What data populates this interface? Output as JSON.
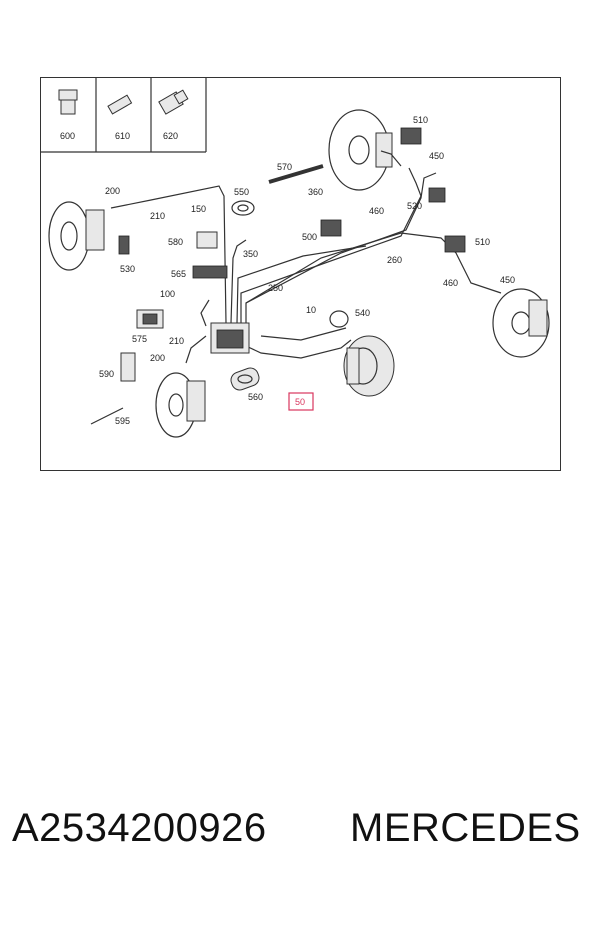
{
  "diagram": {
    "callouts": [
      {
        "id": "c600",
        "label": "600"
      },
      {
        "id": "c610",
        "label": "610"
      },
      {
        "id": "c620",
        "label": "620"
      },
      {
        "id": "c510a",
        "label": "510"
      },
      {
        "id": "c450a",
        "label": "450"
      },
      {
        "id": "c570",
        "label": "570"
      },
      {
        "id": "c200a",
        "label": "200"
      },
      {
        "id": "c210a",
        "label": "210"
      },
      {
        "id": "c150",
        "label": "150"
      },
      {
        "id": "c550",
        "label": "550"
      },
      {
        "id": "c360",
        "label": "360"
      },
      {
        "id": "c460a",
        "label": "460"
      },
      {
        "id": "c520",
        "label": "520"
      },
      {
        "id": "c580",
        "label": "580"
      },
      {
        "id": "c500",
        "label": "500"
      },
      {
        "id": "c510b",
        "label": "510"
      },
      {
        "id": "c530",
        "label": "530"
      },
      {
        "id": "c350",
        "label": "350"
      },
      {
        "id": "c260",
        "label": "260"
      },
      {
        "id": "c565",
        "label": "565"
      },
      {
        "id": "c250",
        "label": "250"
      },
      {
        "id": "c460b",
        "label": "460"
      },
      {
        "id": "c450b",
        "label": "450"
      },
      {
        "id": "c100",
        "label": "100"
      },
      {
        "id": "c10",
        "label": "10"
      },
      {
        "id": "c540",
        "label": "540"
      },
      {
        "id": "c575",
        "label": "575"
      },
      {
        "id": "c210b",
        "label": "210"
      },
      {
        "id": "c200b",
        "label": "200"
      },
      {
        "id": "c590",
        "label": "590"
      },
      {
        "id": "c560",
        "label": "560"
      },
      {
        "id": "c50",
        "label": "50"
      },
      {
        "id": "c595",
        "label": "595"
      }
    ],
    "highlight_color": "#d9365e"
  },
  "caption": {
    "part_number": "A2534200926",
    "brand": "MERCEDES"
  }
}
